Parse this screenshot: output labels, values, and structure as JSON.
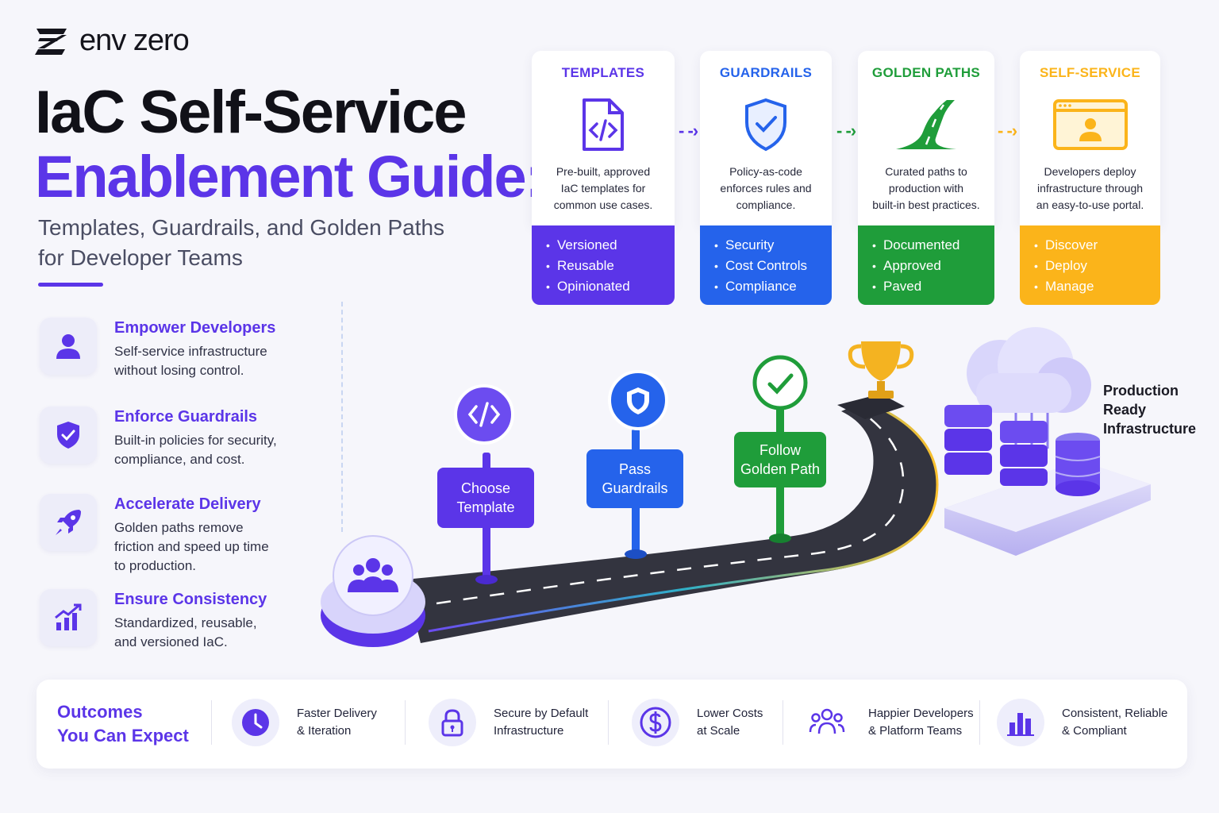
{
  "brand": {
    "name": "env zero"
  },
  "title": {
    "line1": "IaC Self-Service",
    "line2": "Enablement Guide:",
    "subtitle_line1": "Templates, Guardrails, and Golden Paths",
    "subtitle_line2": "for Developer Teams"
  },
  "benefits": [
    {
      "title": "Empower Developers",
      "desc_line1": "Self-service infrastructure",
      "desc_line2": "without losing control.",
      "desc_line3": "",
      "icon": "user-icon"
    },
    {
      "title": "Enforce Guardrails",
      "desc_line1": "Built-in policies for security,",
      "desc_line2": "compliance, and cost.",
      "desc_line3": "",
      "icon": "shield-check-icon"
    },
    {
      "title": "Accelerate Delivery",
      "desc_line1": "Golden paths remove",
      "desc_line2": "friction and speed up time",
      "desc_line3": "to production.",
      "icon": "rocket-icon"
    },
    {
      "title": "Ensure Consistency",
      "desc_line1": "Standardized, reusable,",
      "desc_line2": "and versioned IaC.",
      "desc_line3": "",
      "icon": "growth-chart-icon"
    }
  ],
  "cards": [
    {
      "title": "TEMPLATES",
      "color": "#5b35e8",
      "desc_line1": "Pre-built, approved",
      "desc_line2": "IaC templates for",
      "desc_line3": "common use cases.",
      "items": [
        "Versioned",
        "Reusable",
        "Opinionated"
      ],
      "icon": "code-file-icon"
    },
    {
      "title": "GUARDRAILS",
      "color": "#2563eb",
      "desc_line1": "Policy-as-code",
      "desc_line2": "enforces rules and",
      "desc_line3": "compliance.",
      "items": [
        "Security",
        "Cost Controls",
        "Compliance"
      ],
      "icon": "shield-check-icon"
    },
    {
      "title": "GOLDEN PATHS",
      "color": "#1f9d3a",
      "desc_line1": "Curated paths to",
      "desc_line2": "production with",
      "desc_line3": "built-in best practices.",
      "items": [
        "Documented",
        "Approved",
        "Paved"
      ],
      "icon": "road-icon"
    },
    {
      "title": "SELF-SERVICE",
      "color": "#fbb41a",
      "desc_line1": "Developers deploy",
      "desc_line2": "infrastructure through",
      "desc_line3": "an easy-to-use portal.",
      "items": [
        "Discover",
        "Deploy",
        "Manage"
      ],
      "icon": "portal-user-icon"
    }
  ],
  "road": {
    "signs": [
      {
        "line1": "Choose",
        "line2": "Template",
        "color": "#5b35e8",
        "icon": "code-icon"
      },
      {
        "line1": "Pass",
        "line2": "Guardrails",
        "color": "#2563eb",
        "icon": "shield-icon"
      },
      {
        "line1": "Follow",
        "line2": "Golden Path",
        "color": "#1f9d3a",
        "icon": "check-icon"
      }
    ],
    "destination_line1": "Production",
    "destination_line2": "Ready",
    "destination_line3": "Infrastructure"
  },
  "outcomes": {
    "heading_line1": "Outcomes",
    "heading_line2": "You Can Expect",
    "items": [
      {
        "line1": "Faster Delivery",
        "line2": "& Iteration",
        "icon": "clock-icon"
      },
      {
        "line1": "Secure by Default",
        "line2": "Infrastructure",
        "icon": "lock-icon"
      },
      {
        "line1": "Lower Costs",
        "line2": "at Scale",
        "icon": "dollar-icon"
      },
      {
        "line1": "Happier Developers",
        "line2": "& Platform Teams",
        "icon": "team-icon"
      },
      {
        "line1": "Consistent, Reliable",
        "line2": "& Compliant",
        "icon": "bar-chart-icon"
      }
    ]
  },
  "colors": {
    "primary": "#5b35e8",
    "blue": "#2563eb",
    "green": "#1f9d3a",
    "yellow": "#fbb41a"
  }
}
